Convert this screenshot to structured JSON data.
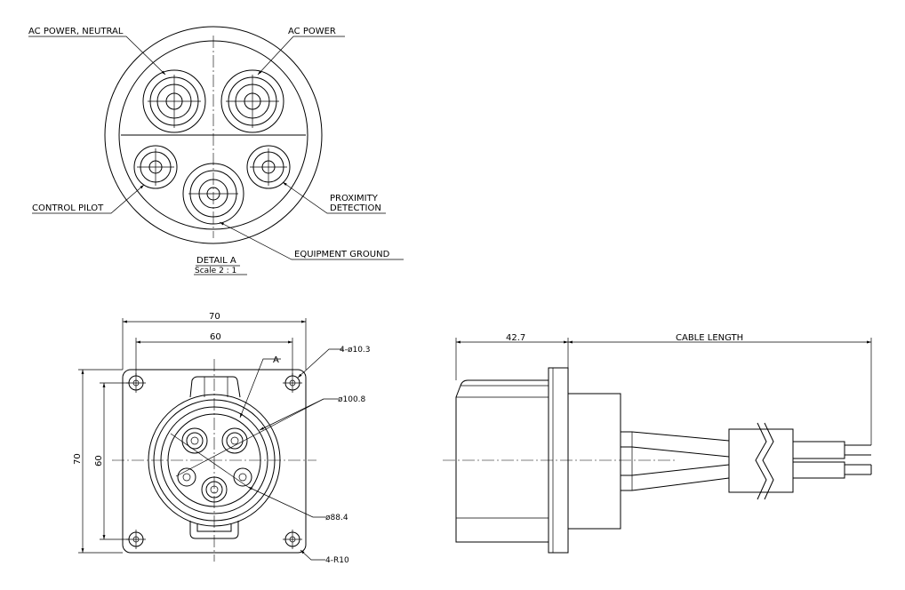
{
  "labels": {
    "ac_power_neutral": "AC POWER, NEUTRAL",
    "ac_power": "AC POWER",
    "proximity": "PROXIMITY",
    "detection": "DETECTION",
    "control_pilot": "CONTROL PILOT",
    "equipment_ground": "EQUIPMENT GROUND",
    "detail": "DETAIL A",
    "scale": "Scale 2 : 1"
  },
  "front_view": {
    "dim_width_outer": "70",
    "dim_width_inner": "60",
    "dim_height_outer": "70",
    "dim_height_inner": "60",
    "hole_callout": "4-ø10.3",
    "outer_diameter": "ø100.8",
    "inner_diameter": "ø88.4",
    "corner_radius": "4-R10",
    "detail_marker": "A"
  },
  "side_view": {
    "dim_depth": "42.7",
    "cable_length": "CABLE  LENGTH"
  }
}
